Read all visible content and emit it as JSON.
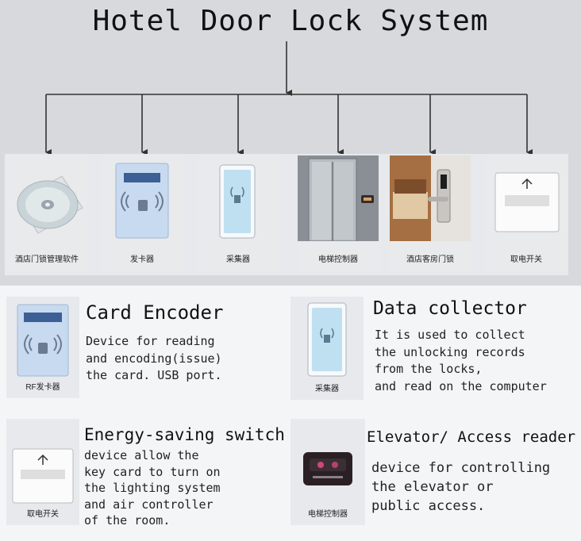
{
  "title": "Hotel Door Lock System",
  "top_items": [
    {
      "label": "酒店门锁管理软件",
      "icon": "software-disc"
    },
    {
      "label": "发卡器",
      "icon": "card-encoder"
    },
    {
      "label": "采集器",
      "icon": "data-collector"
    },
    {
      "label": "电梯控制器",
      "icon": "elevator"
    },
    {
      "label": "酒店客房门锁",
      "icon": "hotel-room-lock"
    },
    {
      "label": "取电开关",
      "icon": "energy-switch"
    }
  ],
  "details": [
    {
      "key": "encoder",
      "heading": "Card Encoder",
      "caption": "RF发卡器",
      "lines": [
        "Device for reading",
        "and encoding(issue)",
        "the card. USB port."
      ]
    },
    {
      "key": "collector",
      "heading": "Data collector",
      "caption": "采集器",
      "lines": [
        "It is used to collect",
        "the unlocking records",
        "from the locks,",
        "and read on the computer"
      ]
    },
    {
      "key": "switch",
      "heading": "Energy-saving switch",
      "caption": "取电开关",
      "lines": [
        "device allow the",
        "key card to turn on",
        "the lighting system",
        "and air controller",
        "of the room."
      ]
    },
    {
      "key": "elevator",
      "heading": "Elevator/ Access reader",
      "caption": "电梯控制器",
      "lines": [
        "device for controlling",
        "the elevator or",
        "public access."
      ]
    }
  ],
  "colors": {
    "background": "#d7d9dd",
    "line": "#333333",
    "device_white": "#f3f5f8",
    "device_blue": "#cfe2f3"
  }
}
